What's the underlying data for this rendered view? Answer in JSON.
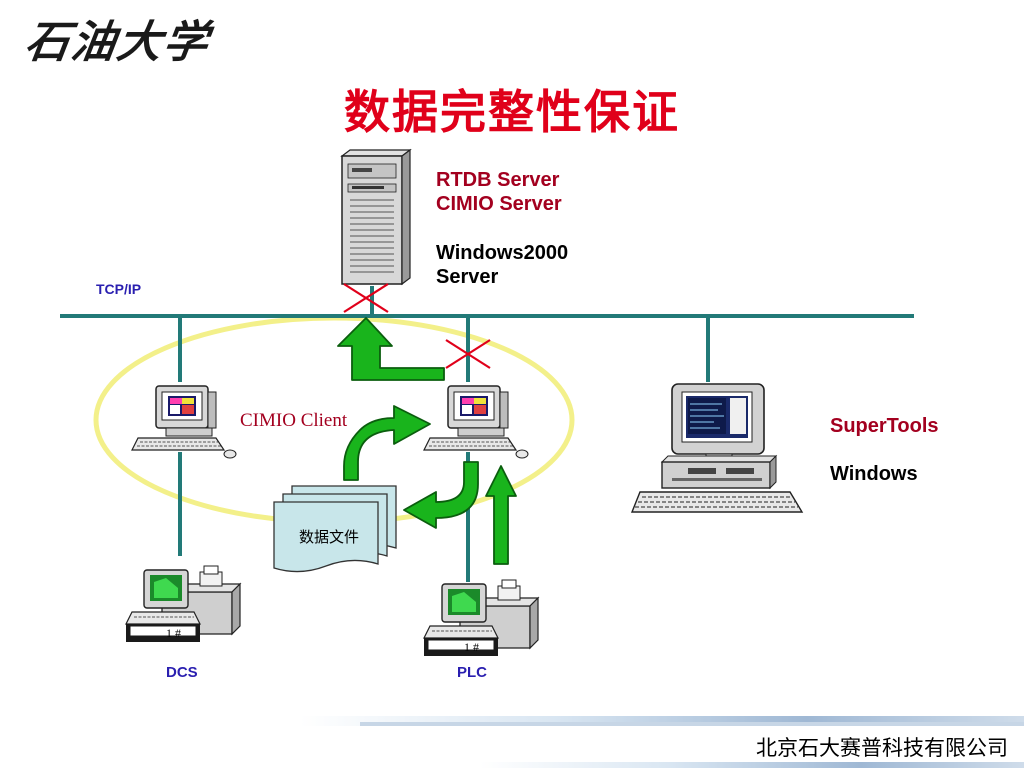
{
  "logo": {
    "text": "石油大学"
  },
  "title": "数据完整性保证",
  "network": {
    "label": "TCP/IP"
  },
  "server": {
    "line1": "RTDB Server",
    "line2": "CIMIO Server",
    "os_line1": "Windows2000",
    "os_line2": "Server"
  },
  "client": {
    "label": "CIMIO Client"
  },
  "data_file": {
    "label": "数据文件"
  },
  "workstation": {
    "label": "SuperTools",
    "os": "Windows"
  },
  "devices": {
    "dcs": "DCS",
    "plc": "PLC",
    "unit_tag": "1 #"
  },
  "footer": {
    "company": "北京石大赛普科技有限公司"
  },
  "colors": {
    "title": "#e0001a",
    "network_line": "#227a78",
    "flow_arrow": "#19b41c",
    "failure_mark": "#e0001a",
    "client_ellipse": "#f3f08a",
    "label_dark_red": "#a3001f",
    "label_blue": "#2a1fb0"
  },
  "icons": [
    "server-tower-icon",
    "desktop-computer-icon",
    "workstation-computer-icon",
    "terminal-printer-icon",
    "document-stack-icon",
    "failure-x-icon",
    "flow-arrow-icon"
  ]
}
